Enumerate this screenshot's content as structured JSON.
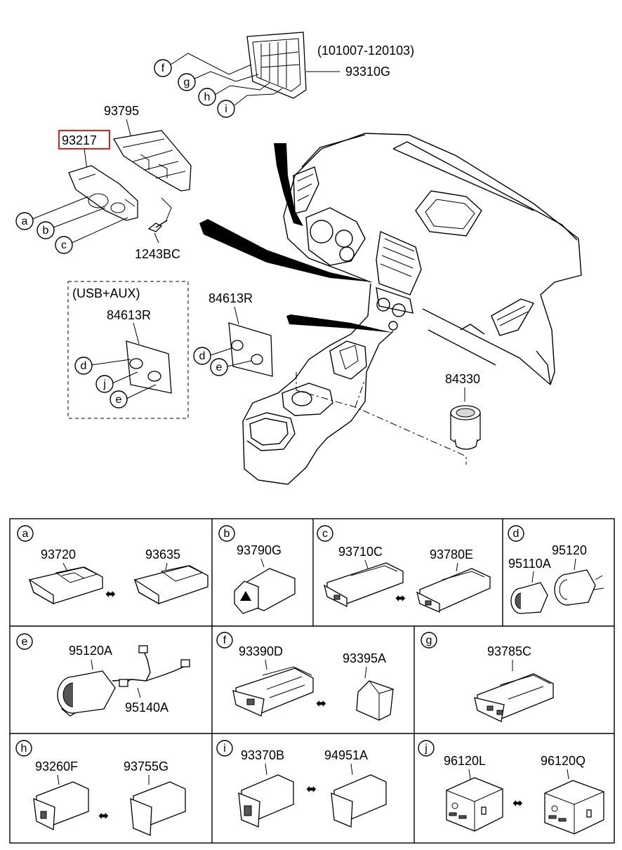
{
  "title_part": {
    "label": "93217"
  },
  "main_labels": {
    "date_range": "(101007-120103)",
    "p93310G": "93310G",
    "p93795": "93795",
    "p1243BC": "1243BC",
    "usb_aux": "(USB+AUX)",
    "p84613R_left": "84613R",
    "p84613R_right": "84613R",
    "p84330": "84330"
  },
  "callouts": {
    "f": "f",
    "g": "g",
    "h": "h",
    "i": "i",
    "a": "a",
    "b": "b",
    "c": "c",
    "d1": "d",
    "j1": "j",
    "e1": "e",
    "d2": "d",
    "e2": "e"
  },
  "grid": [
    {
      "key": "a",
      "parts": [
        "93720",
        "93635"
      ]
    },
    {
      "key": "b",
      "parts": [
        "93790G"
      ]
    },
    {
      "key": "c",
      "parts": [
        "93710C",
        "93780E"
      ]
    },
    {
      "key": "d",
      "parts": [
        "95110A",
        "95120"
      ]
    },
    {
      "key": "e",
      "parts": [
        "95120A",
        "95140A"
      ]
    },
    {
      "key": "f",
      "parts": [
        "93390D",
        "93395A"
      ]
    },
    {
      "key": "g",
      "parts": [
        "93785C"
      ]
    },
    {
      "key": "h",
      "parts": [
        "93260F",
        "93755G"
      ]
    },
    {
      "key": "i",
      "parts": [
        "93370B",
        "94951A"
      ]
    },
    {
      "key": "j",
      "parts": [
        "96120L",
        "96120Q"
      ]
    }
  ],
  "colors": {
    "highlight": "#e0201c"
  }
}
